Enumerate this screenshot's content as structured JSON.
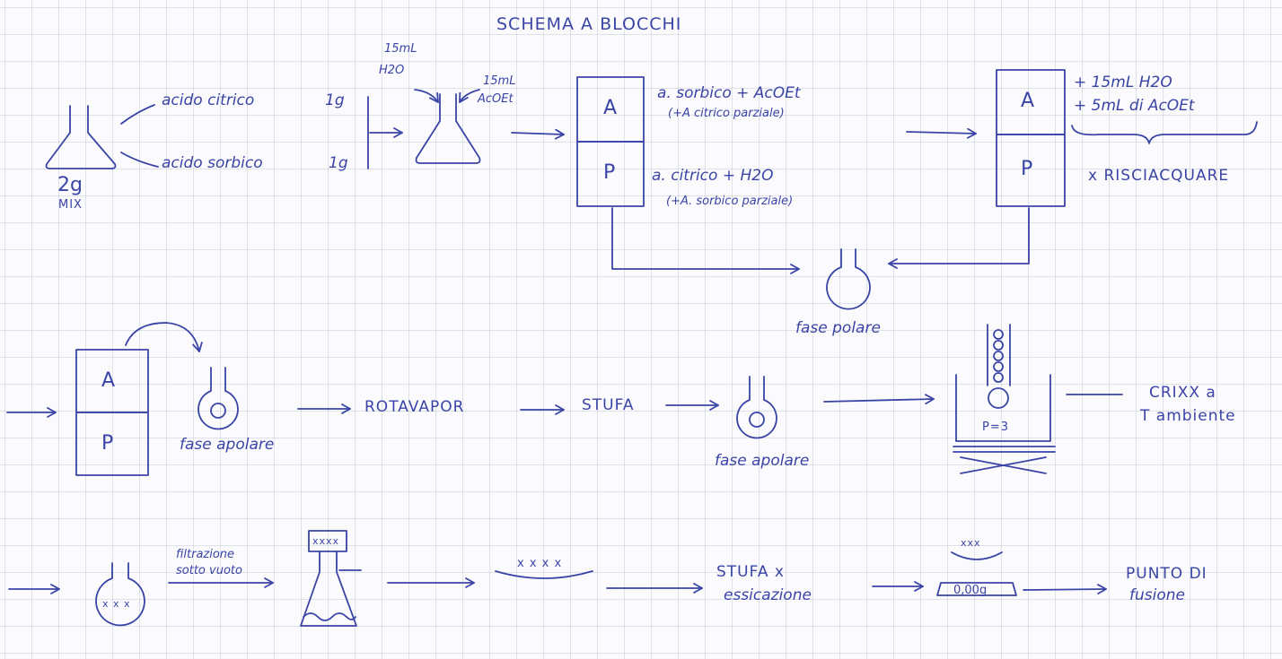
{
  "title": "SCHEMA A BLOCCHI",
  "step1": {
    "mix_amount": "2g",
    "mix_label": "MIX",
    "citric": "acido citrico",
    "citric_qty": "1g",
    "sorbic": "acido sorbico",
    "sorbic_qty": "1g"
  },
  "step2": {
    "water_qty": "15mL",
    "water": "H2O",
    "acoet_qty": "15mL",
    "acoet": "AcOEt"
  },
  "separator1": {
    "top_label": "A",
    "bottom_label": "P",
    "top_desc_1": "a. sorbico + AcOEt",
    "top_desc_2": "(+A citrico parziale)",
    "bottom_desc_1": "a. citrico + H2O",
    "bottom_desc_2": "(+A. sorbico parziale)"
  },
  "separator2": {
    "top_label": "A",
    "bottom_label": "P",
    "note_1": "+ 15mL H2O",
    "note_2": "+ 5mL di AcOEt",
    "note_3": "x RISCIACQUARE"
  },
  "polar_phase": "fase polare",
  "row2": {
    "sep_top": "A",
    "sep_bottom": "P",
    "apolar_1": "fase apolare",
    "rotavapor": "ROTAVAPOR",
    "stufa": "STUFA",
    "apolar_2": "fase apolare",
    "pressure": "P=3",
    "crystals_1": "CRIXX a",
    "crystals_2": "T ambiente"
  },
  "row3": {
    "filtration_1": "filtrazione",
    "filtration_2": "sotto vuoto",
    "crystals_flask": "x x x",
    "crystals_funnel": "xxxx",
    "crystals_glass": "x x x x",
    "crystals_scale": "xxx",
    "stufa_1": "STUFA x",
    "stufa_2": "essicazione",
    "weight": "0,00g",
    "melting_1": "PUNTO DI",
    "melting_2": "fusione"
  }
}
